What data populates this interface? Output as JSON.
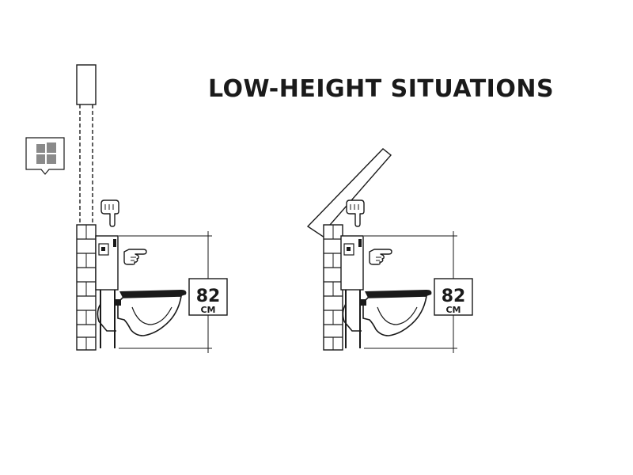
{
  "title": "LOW-HEIGHT SITUATIONS",
  "left_panel": {
    "dimension_value": "82",
    "dimension_unit": "CM"
  },
  "right_panel": {
    "dimension_value": "82",
    "dimension_unit": "CM"
  },
  "colors": {
    "ink": "#1a1a1a",
    "window_icon": "#8a8a8a"
  },
  "icons": [
    "window-icon",
    "pointing-hand-icon",
    "flush-plate-icon",
    "wall-hung-toilet-icon"
  ]
}
